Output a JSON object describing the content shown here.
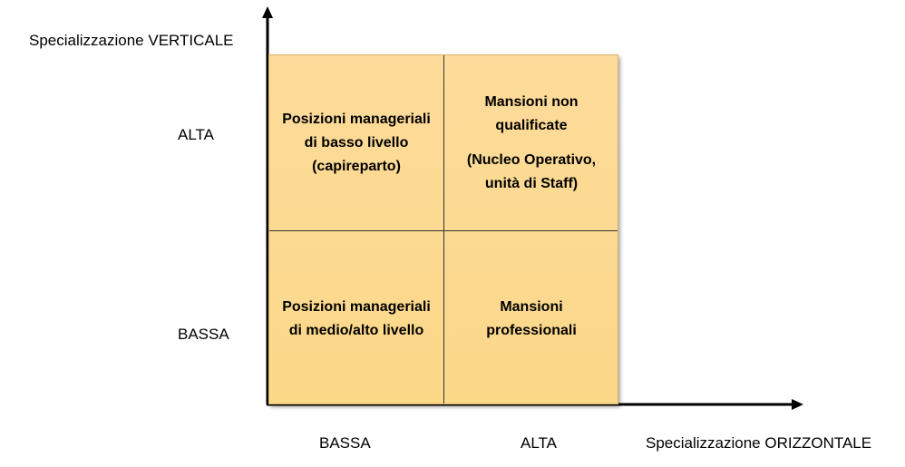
{
  "axes": {
    "y_label": "Specializzazione VERTICALE",
    "x_label": "Specializzazione ORIZZONTALE",
    "y_high": "ALTA",
    "y_low": "BASSA",
    "x_low": "BASSA",
    "x_high": "ALTA"
  },
  "cells": {
    "top_left": "Posizioni manageriali di basso livello (capireparto)",
    "top_right_main": "Mansioni non qualificate",
    "top_right_note": "(Nucleo Operativo, unità di Staff)",
    "bottom_left": "Posizioni manageriali di medio/alto livello",
    "bottom_right": "Mansioni professionali"
  },
  "colors": {
    "cell_fill": "#fcd98f",
    "axis": "#000000"
  }
}
